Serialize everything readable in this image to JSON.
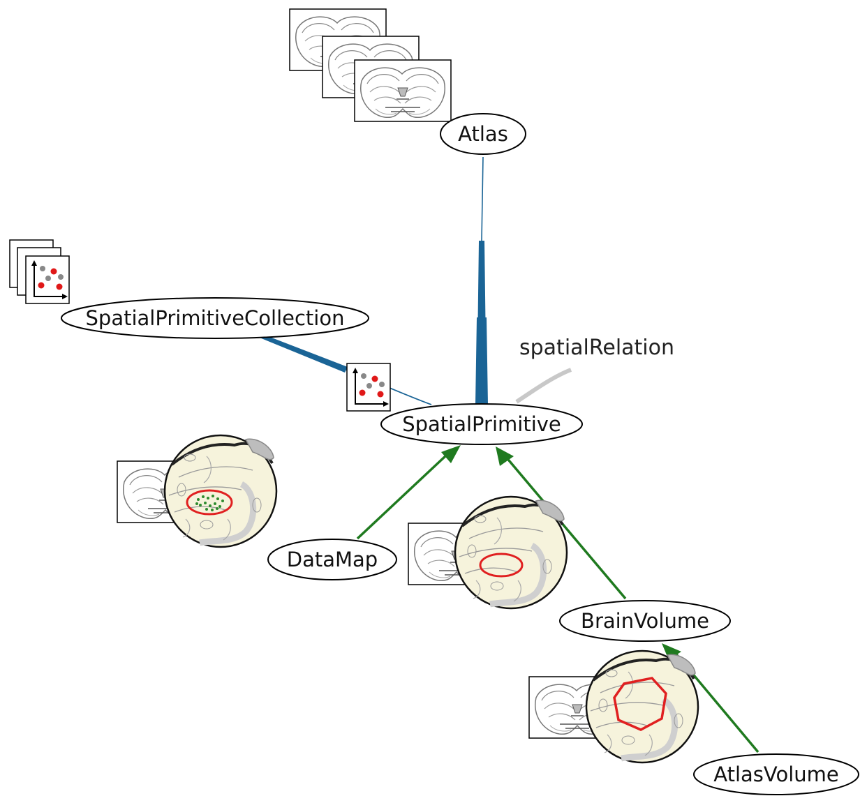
{
  "nodes": {
    "atlas": "Atlas",
    "spatial_primitive_collection": "SpatialPrimitiveCollection",
    "spatial_primitive": "SpatialPrimitive",
    "data_map": "DataMap",
    "brain_volume": "BrainVolume",
    "atlas_volume": "AtlasVolume"
  },
  "edge_labels": {
    "spatial_relation": "spatialRelation"
  },
  "colors": {
    "association_edge": "#1a6496",
    "subclass_edge": "#1f7a1f",
    "relation_edge": "#c8c8c8",
    "region_outline": "#e02020",
    "globe_fill": "#f5f2dc"
  },
  "icons": {
    "atlas_stack": "brain-section-stack-icon",
    "collection_stack": "scatter-plot-stack-icon",
    "primitive_icon": "scatter-plot-icon",
    "datamap_icon": "brain-region-dots-icon",
    "brainvolume_icon": "brain-region-outline-icon",
    "atlasvolume_icon": "brain-region-polygon-icon"
  }
}
